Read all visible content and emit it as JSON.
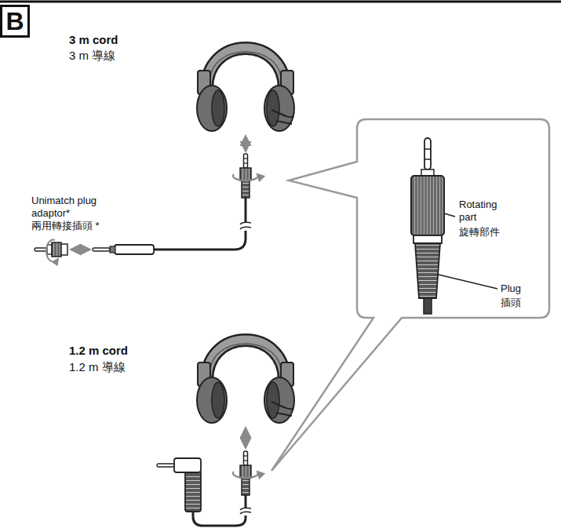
{
  "diagram": {
    "nodes": [
      {
        "text": [
          "B"
        ]
      },
      {
        "text": [
          "Rotating part",
          "旋轉部件",
          "Plug",
          "插頭"
        ]
      }
    ],
    "edges": [],
    "labels": [
      "3 m cord",
      "3 m 導線",
      "Unimatch plug adaptor*",
      "兩用轉接插頭 *",
      "1.2 m cord",
      "1.2 m 導線"
    ]
  }
}
